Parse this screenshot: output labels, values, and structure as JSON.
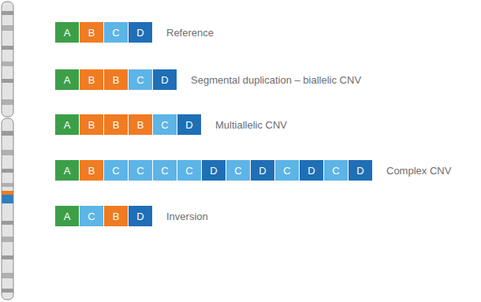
{
  "diagram": {
    "nodes": [
      {
        "text": [
          "A"
        ]
      },
      {
        "text": [
          "B"
        ]
      },
      {
        "text": [
          "C"
        ]
      },
      {
        "text": [
          "D"
        ]
      },
      {
        "text": [
          "A"
        ]
      },
      {
        "text": [
          "B"
        ]
      },
      {
        "text": [
          "B"
        ]
      },
      {
        "text": [
          "C"
        ]
      },
      {
        "text": [
          "D"
        ]
      },
      {
        "text": [
          "A"
        ]
      },
      {
        "text": [
          "B"
        ]
      },
      {
        "text": [
          "B"
        ]
      },
      {
        "text": [
          "B"
        ]
      },
      {
        "text": [
          "C"
        ]
      },
      {
        "text": [
          "D"
        ]
      },
      {
        "text": [
          "A"
        ]
      },
      {
        "text": [
          "B"
        ]
      },
      {
        "text": [
          "C"
        ]
      },
      {
        "text": [
          "C"
        ]
      },
      {
        "text": [
          "C"
        ]
      },
      {
        "text": [
          "C"
        ]
      },
      {
        "text": [
          "D"
        ]
      },
      {
        "text": [
          "C"
        ]
      },
      {
        "text": [
          "D"
        ]
      },
      {
        "text": [
          "C"
        ]
      },
      {
        "text": [
          "D"
        ]
      },
      {
        "text": [
          "C"
        ]
      },
      {
        "text": [
          "D"
        ]
      },
      {
        "text": [
          "A"
        ]
      },
      {
        "text": [
          "C"
        ]
      },
      {
        "text": [
          "B"
        ]
      },
      {
        "text": [
          "D"
        ]
      }
    ],
    "labels": [
      "Reference",
      "Segmental duplication – biallelic CNV",
      "Multiallelic CNV",
      "Complex CNV",
      "Inversion"
    ]
  }
}
